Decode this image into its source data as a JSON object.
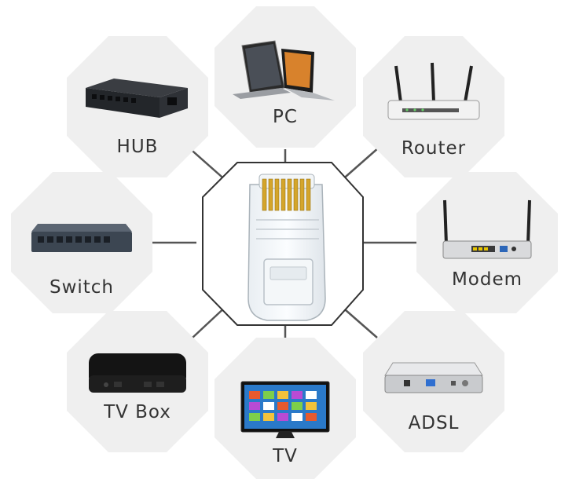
{
  "colors": {
    "octagon_fill": "#efefef",
    "connector": "#555555",
    "center_outline": "#333333",
    "label_text": "#333333"
  },
  "center": {
    "icon": "rj45-connector-icon"
  },
  "nodes": [
    {
      "id": "pc",
      "label": "PC",
      "icon": "laptop-icon"
    },
    {
      "id": "router",
      "label": "Router",
      "icon": "router-icon"
    },
    {
      "id": "modem",
      "label": "Modem",
      "icon": "modem-icon"
    },
    {
      "id": "adsl",
      "label": "ADSL",
      "icon": "adsl-icon"
    },
    {
      "id": "tv",
      "label": "TV",
      "icon": "tv-icon"
    },
    {
      "id": "tvbox",
      "label": "TV Box",
      "icon": "tv-box-icon"
    },
    {
      "id": "switch",
      "label": "Switch",
      "icon": "switch-icon"
    },
    {
      "id": "hub",
      "label": "HUB",
      "icon": "hub-icon"
    }
  ]
}
